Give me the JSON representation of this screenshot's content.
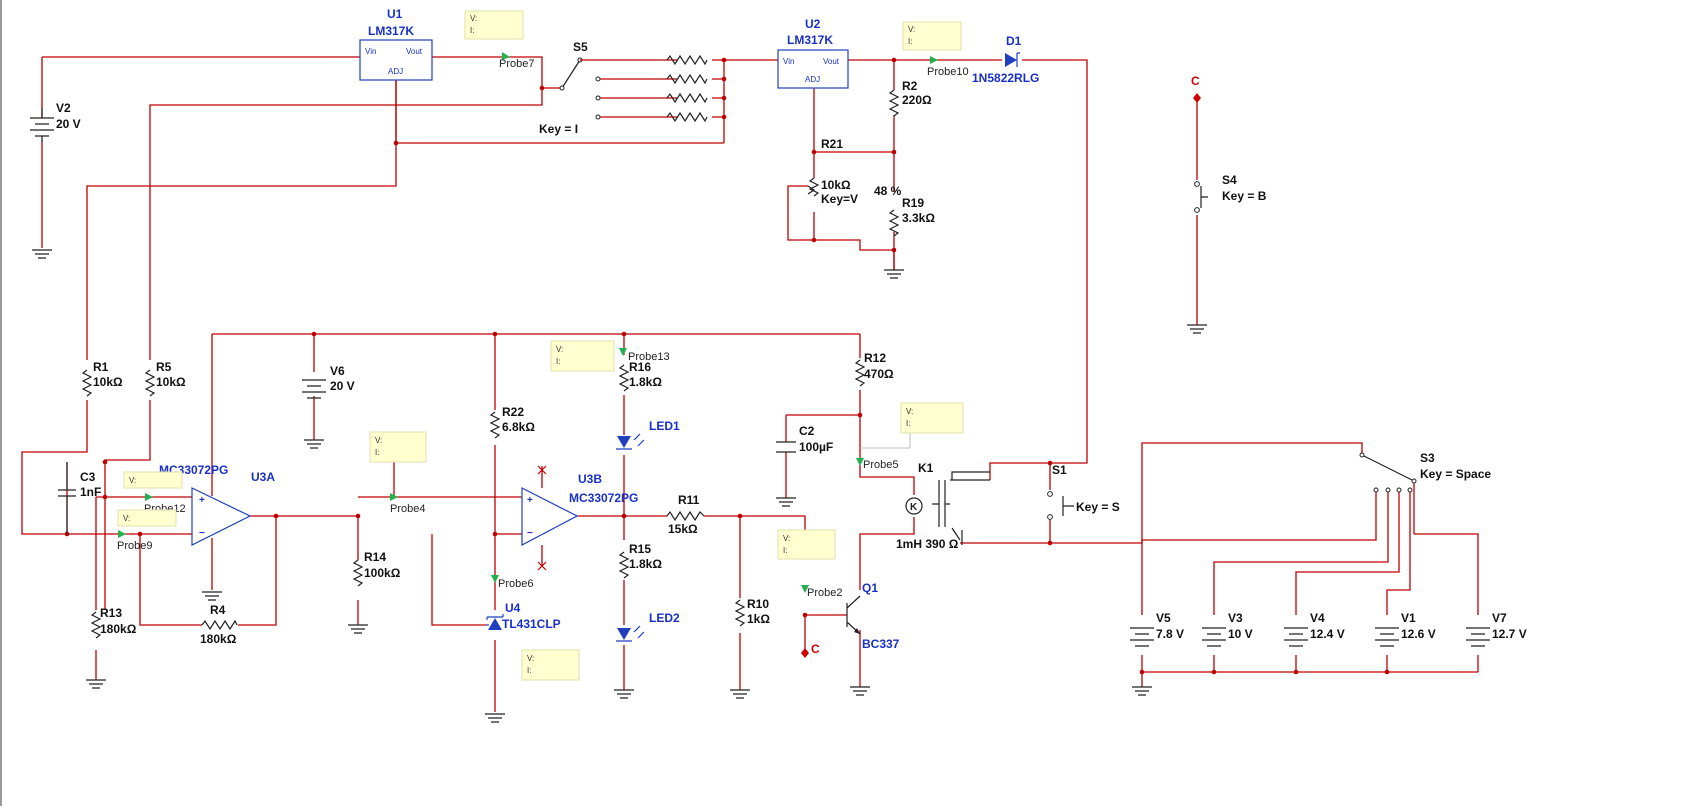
{
  "components": {
    "U1": {
      "ref": "U1",
      "part": "LM317K",
      "vin": "Vin",
      "vout": "Vout",
      "adj": "ADJ"
    },
    "U2": {
      "ref": "U2",
      "part": "LM317K",
      "vin": "Vin",
      "vout": "Vout",
      "adj": "ADJ"
    },
    "D1": {
      "ref": "D1",
      "part": "1N5822RLG"
    },
    "S5": {
      "ref": "S5",
      "key": "Key = I"
    },
    "V2": {
      "ref": "V2",
      "value": "20 V"
    },
    "R2": {
      "ref": "R2",
      "value": "220Ω"
    },
    "R21": {
      "ref": "R21",
      "value": "10kΩ",
      "key": "Key=V",
      "pct": "48 %"
    },
    "R19": {
      "ref": "R19",
      "value": "3.3kΩ"
    },
    "S4": {
      "ref": "S4",
      "key": "Key = B",
      "node": "C"
    },
    "R1": {
      "ref": "R1",
      "value": "10kΩ"
    },
    "R5": {
      "ref": "R5",
      "value": "10kΩ"
    },
    "V6": {
      "ref": "V6",
      "value": "20 V"
    },
    "C3": {
      "ref": "C3",
      "value": "1nF"
    },
    "U3A": {
      "ref": "U3A",
      "part": "MC33072PG"
    },
    "R14": {
      "ref": "R14",
      "value": "100kΩ"
    },
    "R13": {
      "ref": "R13",
      "value": "180kΩ"
    },
    "R4": {
      "ref": "R4",
      "value": "180kΩ"
    },
    "R22": {
      "ref": "R22",
      "value": "6.8kΩ"
    },
    "U3B": {
      "ref": "U3B",
      "part": "MC33072PG"
    },
    "U4": {
      "ref": "U4",
      "part": "TL431CLP"
    },
    "R16": {
      "ref": "R16",
      "value": "1.8kΩ"
    },
    "LED1": {
      "ref": "LED1"
    },
    "R15": {
      "ref": "R15",
      "value": "1.8kΩ"
    },
    "LED2": {
      "ref": "LED2"
    },
    "R11": {
      "ref": "R11",
      "value": "15kΩ"
    },
    "R10": {
      "ref": "R10",
      "value": "1kΩ"
    },
    "R12": {
      "ref": "R12",
      "value": "470Ω"
    },
    "C2": {
      "ref": "C2",
      "value": "100µF"
    },
    "K1": {
      "ref": "K1",
      "value": "1mH 390 Ω"
    },
    "Q1": {
      "ref": "Q1",
      "part": "BC337",
      "node": "C"
    },
    "S1": {
      "ref": "S1",
      "key": "Key = S"
    },
    "S3": {
      "ref": "S3",
      "key": "Key = Space"
    },
    "V5": {
      "ref": "V5",
      "value": "7.8 V"
    },
    "V3": {
      "ref": "V3",
      "value": "10 V"
    },
    "V4": {
      "ref": "V4",
      "value": "12.4 V"
    },
    "V1": {
      "ref": "V1",
      "value": "12.6 V"
    },
    "V7": {
      "ref": "V7",
      "value": "12.7 V"
    }
  },
  "probes": {
    "probe7": "Probe7",
    "probe10": "Probe10",
    "probe13": "Probe13",
    "probe12": "Probe12",
    "probe9": "Probe9",
    "probe4": "Probe4",
    "probe6": "Probe6",
    "probe5": "Probe5",
    "probe2": "Probe2"
  },
  "probe_box": {
    "v": "V:",
    "i": "I:"
  },
  "opamp_signs": {
    "plus": "+",
    "minus": "−"
  },
  "colors": {
    "wire": "#c00000",
    "component": "#222222",
    "ic_label": "#1830c8",
    "probe_arrow": "#22b14c",
    "probe_box": "#ffffd0"
  }
}
